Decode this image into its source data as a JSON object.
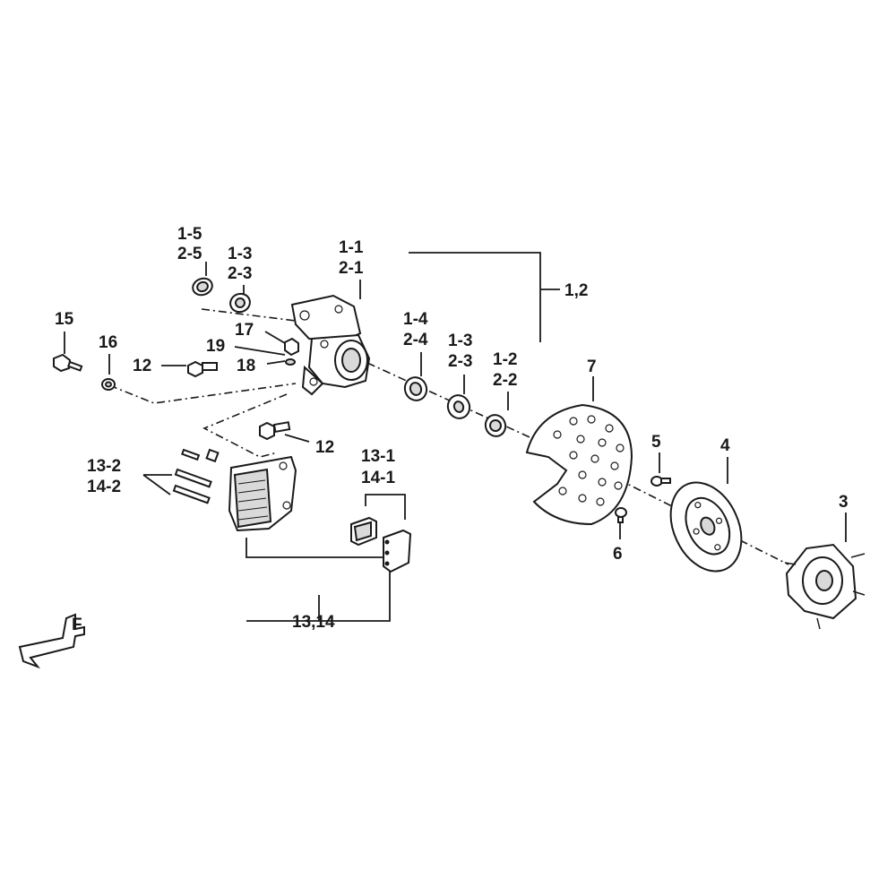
{
  "diagram": {
    "labels": {
      "l_1_5": "1-5",
      "l_2_5": "2-5",
      "l_1_3a": "1-3",
      "l_2_3a": "2-3",
      "l_1_1": "1-1",
      "l_2_1": "2-1",
      "l_1_2group": "1,2",
      "l_15": "15",
      "l_16": "16",
      "l_17": "17",
      "l_19": "19",
      "l_12a": "12",
      "l_18": "18",
      "l_1_4": "1-4",
      "l_2_4": "2-4",
      "l_1_3b": "1-3",
      "l_2_3b": "2-3",
      "l_1_2": "1-2",
      "l_2_2": "2-2",
      "l_7": "7",
      "l_12b": "12",
      "l_13_1": "13-1",
      "l_14_1": "14-1",
      "l_13_2": "13-2",
      "l_14_2": "14-2",
      "l_5": "5",
      "l_4": "4",
      "l_3": "3",
      "l_6": "6",
      "l_13_14": "13,14"
    },
    "front_indicator_letter": "F"
  }
}
